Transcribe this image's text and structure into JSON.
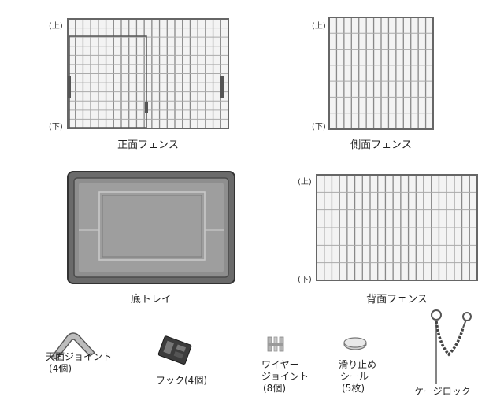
{
  "panels": {
    "front_fence": {
      "caption": "正面フェンス",
      "top_mark": "(上)",
      "bottom_mark": "(下)"
    },
    "side_fence": {
      "caption": "側面フェンス",
      "top_mark": "(上)",
      "bottom_mark": "(下)"
    },
    "bottom_tray": {
      "caption": "底トレイ"
    },
    "back_fence": {
      "caption": "背面フェンス",
      "top_mark": "(上)",
      "bottom_mark": "(下)"
    }
  },
  "parts": {
    "top_joint": {
      "name": "天面ジョイント",
      "qty": "(4個)"
    },
    "hook": {
      "label": "フック(4個)"
    },
    "wire_joint": {
      "name_1": "ワイヤー",
      "name_2": "ジョイント",
      "qty": "(8個)"
    },
    "anti_slip": {
      "name_1": "滑り止め",
      "name_2": "シール",
      "qty": "(5枚)"
    },
    "cage_lock": {
      "name": "ケージロック"
    }
  }
}
